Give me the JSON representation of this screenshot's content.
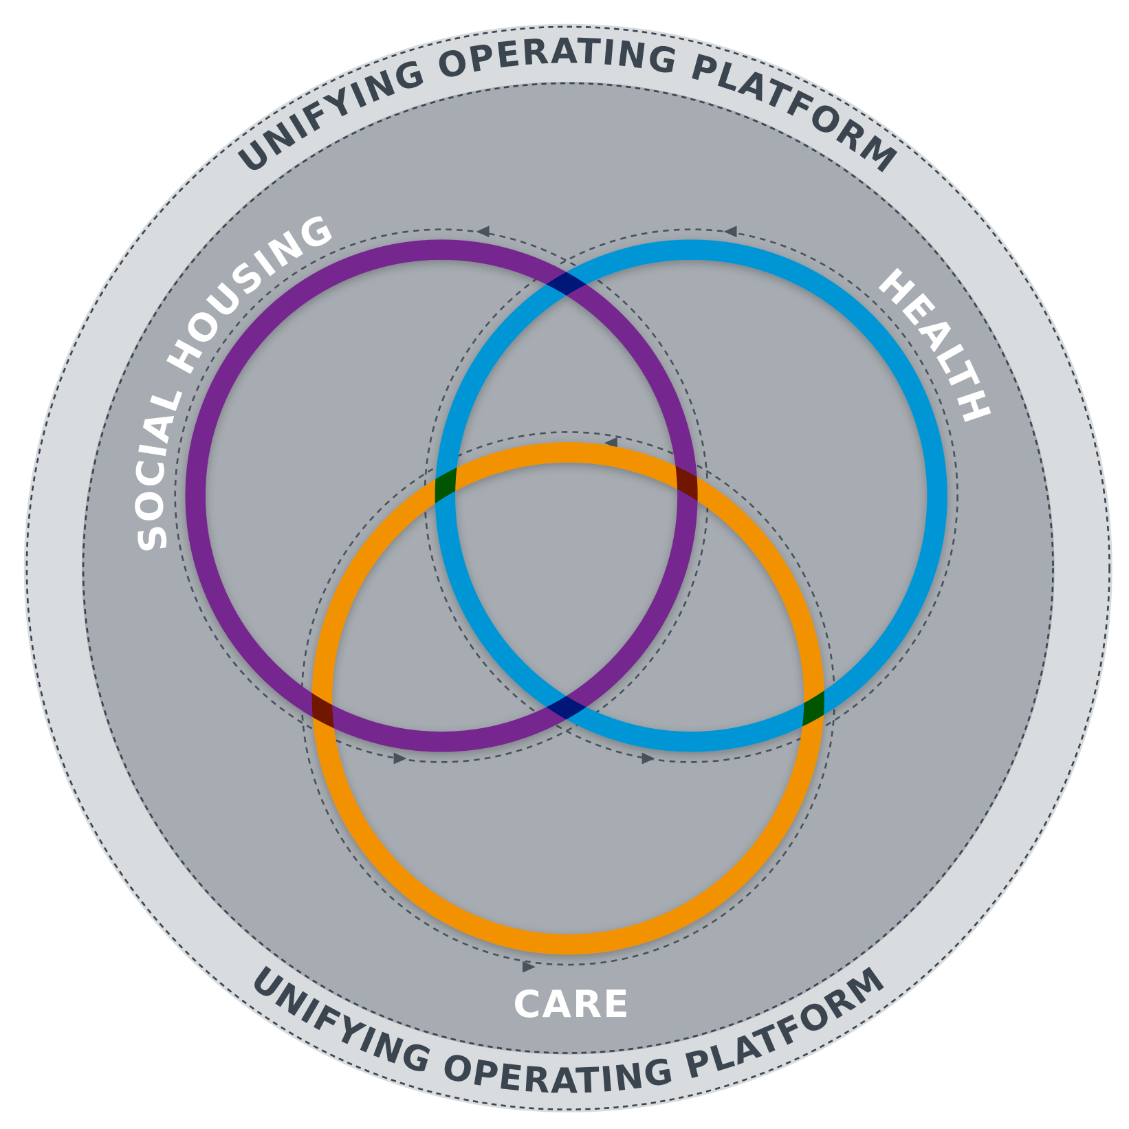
{
  "platform": {
    "top_label": "UNIFYING OPERATING PLATFORM",
    "bottom_label": "UNIFYING OPERATING PLATFORM"
  },
  "domains": [
    {
      "label": "SOCIAL HOUSING",
      "color": "#76288f"
    },
    {
      "label": "HEALTH",
      "color": "#0096d6"
    },
    {
      "label": "CARE",
      "color": "#f39200"
    }
  ],
  "colors": {
    "outer_band": "#d9dcdf",
    "inner_field": "#a6acb1",
    "text_dark": "#3a4550"
  }
}
